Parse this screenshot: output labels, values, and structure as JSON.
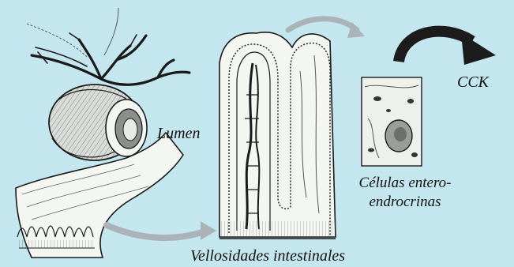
{
  "diagram": {
    "labels": {
      "lumen": "Lumen",
      "cck": "CCK",
      "cells_line1": "Células entero-",
      "cells_line2": "endrocrinas",
      "villi": "Vellosidades intestinales"
    },
    "colors": {
      "background": "#c4e7ef",
      "line": "#1a1a1a",
      "tissue": "#f4f6f2",
      "arrow_light": "#a9b3b8",
      "arrow_dark": "#1c1c1c"
    },
    "icons": {
      "arrow_intestine_to_villi": "curved-arrow-icon",
      "arrow_villi_to_cells": "curved-arrow-icon",
      "arrow_cells_to_cck": "black-curved-arrow-icon"
    }
  }
}
